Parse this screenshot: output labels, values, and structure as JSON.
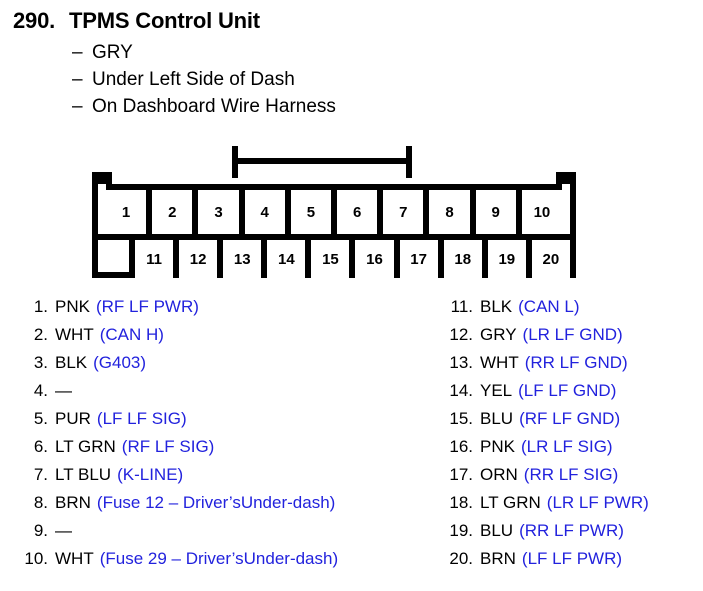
{
  "header": {
    "number": "290.",
    "title": "TPMS Control Unit",
    "dash": "–",
    "details": [
      "GRY",
      "Under Left Side of Dash",
      "On Dashboard Wire Harness"
    ]
  },
  "connector": {
    "name": "20-pin-connector",
    "top_row": [
      "1",
      "2",
      "3",
      "4",
      "5",
      "6",
      "7",
      "8",
      "9",
      "10"
    ],
    "bottom_row": [
      "11",
      "12",
      "13",
      "14",
      "15",
      "16",
      "17",
      "18",
      "19",
      "20"
    ]
  },
  "colors": {
    "circuit_text": "#2222dd",
    "wire_text": "#000000",
    "connector_outline": "#000000",
    "background": "#ffffff"
  },
  "pins": {
    "left": [
      {
        "num": "1.",
        "wire": "PNK",
        "circuit": "(RF LF PWR)"
      },
      {
        "num": "2.",
        "wire": "WHT",
        "circuit": "(CAN H)"
      },
      {
        "num": "3.",
        "wire": "BLK",
        "circuit": "(G403)"
      },
      {
        "num": "4.",
        "wire": "—",
        "circuit": ""
      },
      {
        "num": "5.",
        "wire": "PUR",
        "circuit": "(LF LF SIG)"
      },
      {
        "num": "6.",
        "wire": "LT GRN",
        "circuit": "(RF LF SIG)"
      },
      {
        "num": "7.",
        "wire": "LT BLU",
        "circuit": "(K-LINE)"
      },
      {
        "num": "8.",
        "wire": "BRN",
        "circuit": "(Fuse 12 – Driver’sUnder-dash)"
      },
      {
        "num": "9.",
        "wire": "—",
        "circuit": ""
      },
      {
        "num": "10.",
        "wire": "WHT",
        "circuit": "(Fuse 29 – Driver’sUnder-dash)"
      }
    ],
    "right": [
      {
        "num": "11.",
        "wire": "BLK",
        "circuit": "(CAN L)"
      },
      {
        "num": "12.",
        "wire": "GRY",
        "circuit": "(LR LF GND)"
      },
      {
        "num": "13.",
        "wire": "WHT",
        "circuit": "(RR LF GND)"
      },
      {
        "num": "14.",
        "wire": "YEL",
        "circuit": "(LF LF GND)"
      },
      {
        "num": "15.",
        "wire": "BLU",
        "circuit": "(RF LF GND)"
      },
      {
        "num": "16.",
        "wire": "PNK",
        "circuit": "(LR LF SIG)"
      },
      {
        "num": "17.",
        "wire": "ORN",
        "circuit": "(RR LF SIG)"
      },
      {
        "num": "18.",
        "wire": "LT GRN",
        "circuit": "(LR LF PWR)"
      },
      {
        "num": "19.",
        "wire": "BLU",
        "circuit": "(RR LF PWR)"
      },
      {
        "num": "20.",
        "wire": "BRN",
        "circuit": "(LF LF PWR)"
      }
    ]
  }
}
